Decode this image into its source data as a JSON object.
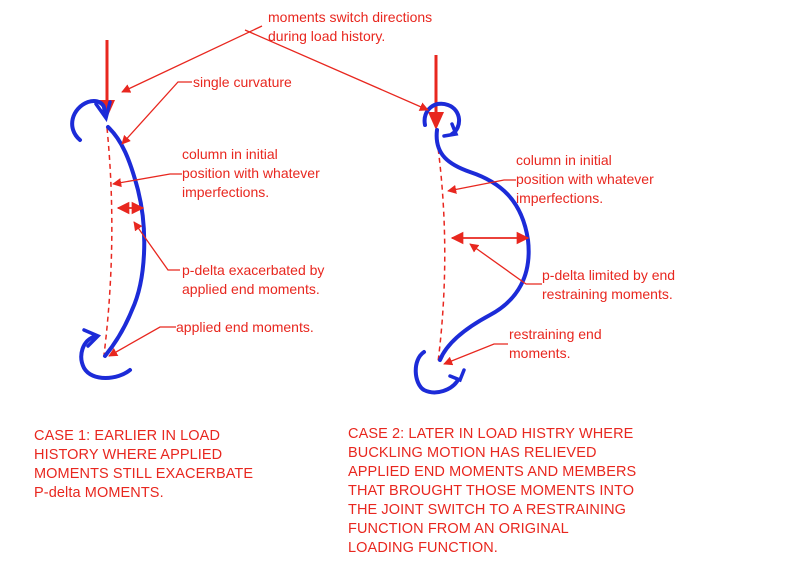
{
  "colors": {
    "annotation_red": "#e8271f",
    "column_blue": "#1c2bd8",
    "background": "#ffffff"
  },
  "annotations": {
    "top_note": "moments switch directions\nduring load history.",
    "single_curvature": "single curvature",
    "column_initial_left": "column in initial\nposition with whatever\nimperfections.",
    "pdelta_exacerbated": "p-delta exacerbated by\napplied end moments.",
    "applied_end_moments": "applied end moments.",
    "column_initial_right": "column in initial\nposition with whatever\nimperfections.",
    "pdelta_limited": "p-delta limited by end\nrestraining moments.",
    "restraining_end_moments": "restraining end\nmoments."
  },
  "cases": {
    "case1": "CASE 1: EARLIER IN LOAD\nHISTORY WHERE APPLIED\nMOMENTS STILL EXACERBATE\nP-delta MOMENTS.",
    "case2": "CASE 2: LATER IN LOAD HISTRY WHERE\nBUCKLING MOTION HAS RELIEVED\nAPPLIED END MOMENTS AND MEMBERS\nTHAT BROUGHT THOSE MOMENTS INTO\nTHE JOINT SWITCH TO A RESTRAINING\nFUNCTION FROM AN ORIGINAL\nLOADING FUNCTION."
  }
}
